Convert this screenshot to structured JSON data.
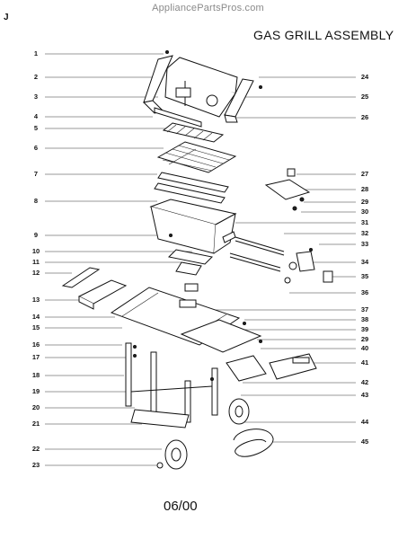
{
  "watermark": "AppliancePartsPros.com",
  "corner_mark": "J",
  "title": "GAS GRILL ASSEMBLY",
  "revision": "06/00",
  "left_callouts": [
    "1",
    "2",
    "3",
    "4",
    "5",
    "6",
    "7",
    "8",
    "9",
    "10",
    "11",
    "12",
    "13",
    "14",
    "15",
    "16",
    "17",
    "18",
    "19",
    "20",
    "21",
    "22",
    "23"
  ],
  "right_callouts": [
    "24",
    "25",
    "26",
    "27",
    "28",
    "29",
    "30",
    "31",
    "32",
    "33",
    "34",
    "35",
    "36",
    "37",
    "38",
    "39",
    "29",
    "40",
    "41",
    "42",
    "43",
    "44",
    "45"
  ]
}
